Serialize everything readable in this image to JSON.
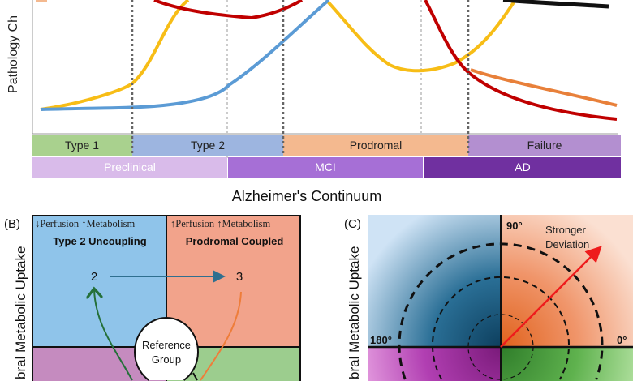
{
  "panel_a": {
    "y_axis_label": "Pathology Ch",
    "x_axis_label": "Alzheimer's Continuum",
    "stages": [
      "Type 1",
      "Type 2",
      "Prodromal",
      "Failure"
    ],
    "clinical": [
      "Preclinical",
      "MCI",
      "AD"
    ],
    "colors": {
      "type1": "#a9d18e",
      "type2": "#9db5e0",
      "prodromal": "#f4b98f",
      "failure": "#b38fd0",
      "preclinical": "#d9bbea",
      "mci": "#a66fd6",
      "ad": "#7030a0"
    }
  },
  "panel_b": {
    "label": "(B)",
    "y_axis_label": "bral Metabolic Uptake",
    "top_left_header": "↓Perfusion ↑Metabolism",
    "top_right_header": "↑Perfusion ↑Metabolism",
    "top_left_title": "Type 2 Uncoupling",
    "top_right_title": "Prodromal Coupled",
    "node_2": "2",
    "node_3": "3",
    "reference_line1": "Reference",
    "reference_line2": "Group"
  },
  "panel_c": {
    "label": "(C)",
    "y_axis_label": "bral Metabolic Uptake",
    "angle_90": "90°",
    "angle_180": "180°",
    "angle_0": "0°",
    "arrow_label_line1": "Stronger",
    "arrow_label_line2": "Deviation"
  }
}
